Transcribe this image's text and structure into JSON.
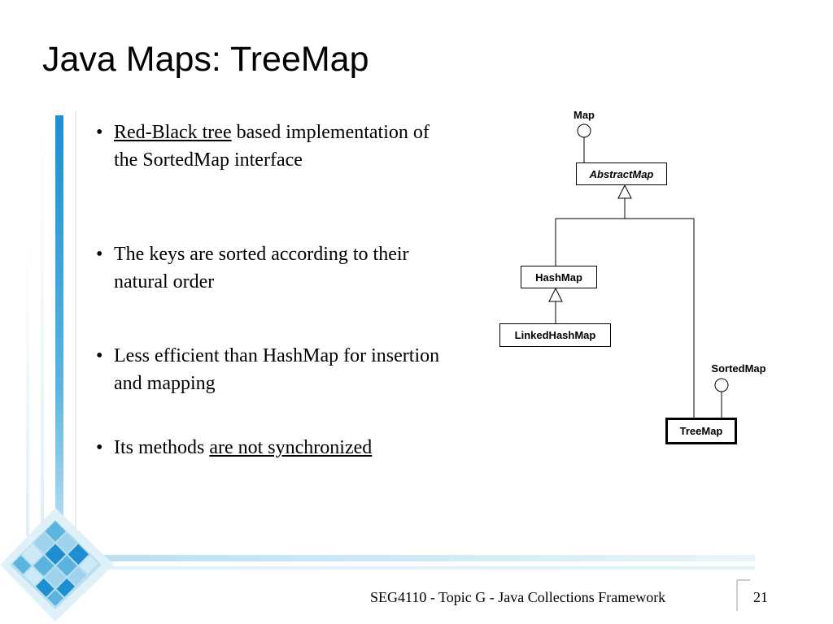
{
  "slide": {
    "title": "Java Maps: TreeMap",
    "bullets": [
      {
        "dot": "•",
        "underlined": "Red-Black tree",
        "text_after": " based implementation of the SortedMap interface"
      },
      {
        "dot": "•",
        "text": "The keys are sorted according to their natural order"
      },
      {
        "dot": "•",
        "text": "Less efficient than HashMap for insertion and mapping"
      },
      {
        "dot": "•",
        "text_before": "Its methods ",
        "underlined": "are not synchronized"
      }
    ],
    "diagram": {
      "map_label": "Map",
      "abstract_map": "AbstractMap",
      "hash_map": "HashMap",
      "linked_hash_map": "LinkedHashMap",
      "sorted_map_label": "SortedMap",
      "tree_map": "TreeMap"
    },
    "footer": {
      "course": "SEG4110 - Topic G - Java Collections Framework",
      "page_number": "21"
    },
    "colors": {
      "accent_light": "#b8dff0",
      "accent_mid": "#5bb4e0",
      "accent_dark": "#1d8fd0",
      "line": "#000000"
    }
  }
}
